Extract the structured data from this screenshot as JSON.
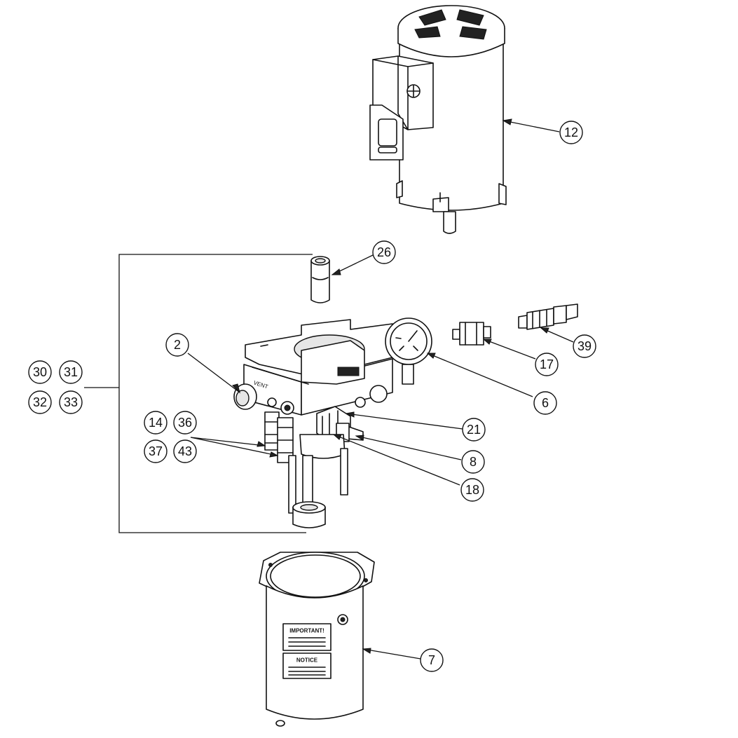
{
  "callouts": [
    {
      "id": "12",
      "label": "12"
    },
    {
      "id": "26",
      "label": "26"
    },
    {
      "id": "2",
      "label": "2"
    },
    {
      "id": "6",
      "label": "6"
    },
    {
      "id": "17",
      "label": "17"
    },
    {
      "id": "39",
      "label": "39"
    },
    {
      "id": "21",
      "label": "21"
    },
    {
      "id": "8",
      "label": "8"
    },
    {
      "id": "18",
      "label": "18"
    },
    {
      "id": "30",
      "label": "30"
    },
    {
      "id": "31",
      "label": "31"
    },
    {
      "id": "32",
      "label": "32"
    },
    {
      "id": "33",
      "label": "33"
    },
    {
      "id": "14",
      "label": "14"
    },
    {
      "id": "36",
      "label": "36"
    },
    {
      "id": "37",
      "label": "37"
    },
    {
      "id": "43",
      "label": "43"
    },
    {
      "id": "7",
      "label": "7"
    }
  ],
  "labels": {
    "vent": "VENT",
    "important": "IMPORTANT!",
    "notice": "NOTICE"
  }
}
